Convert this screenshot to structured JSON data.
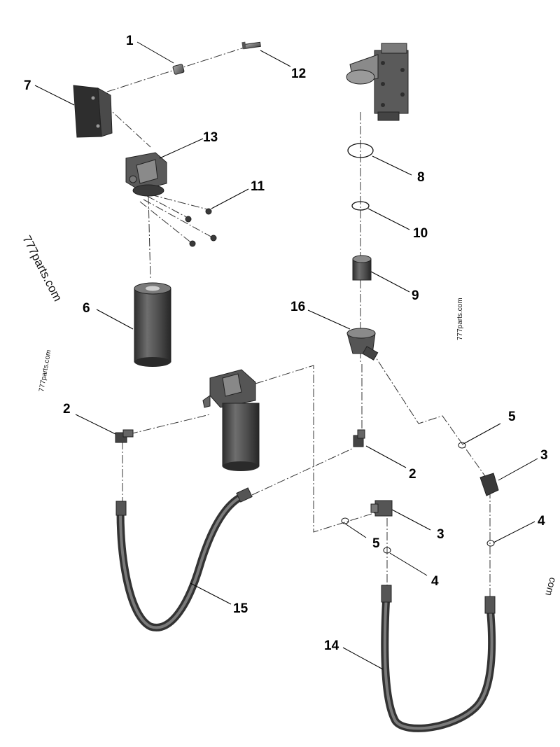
{
  "watermarks": {
    "left_large": "777parts.com",
    "left_small": "777parts.com",
    "right_small": "777parts.com",
    "right_edge": "com"
  },
  "callouts": {
    "c1": "1",
    "c2a": "2",
    "c2b": "2",
    "c3a": "3",
    "c3b": "3",
    "c4a": "4",
    "c4b": "4",
    "c5a": "5",
    "c5b": "5",
    "c6": "6",
    "c7": "7",
    "c8": "8",
    "c9": "9",
    "c10": "10",
    "c11": "11",
    "c12": "12",
    "c13": "13",
    "c14": "14",
    "c15": "15",
    "c16": "16"
  },
  "colors": {
    "part_fill": "#4d4d4d",
    "part_light": "#8a8a8a",
    "part_dark": "#2b2b2b",
    "line": "#000000"
  }
}
